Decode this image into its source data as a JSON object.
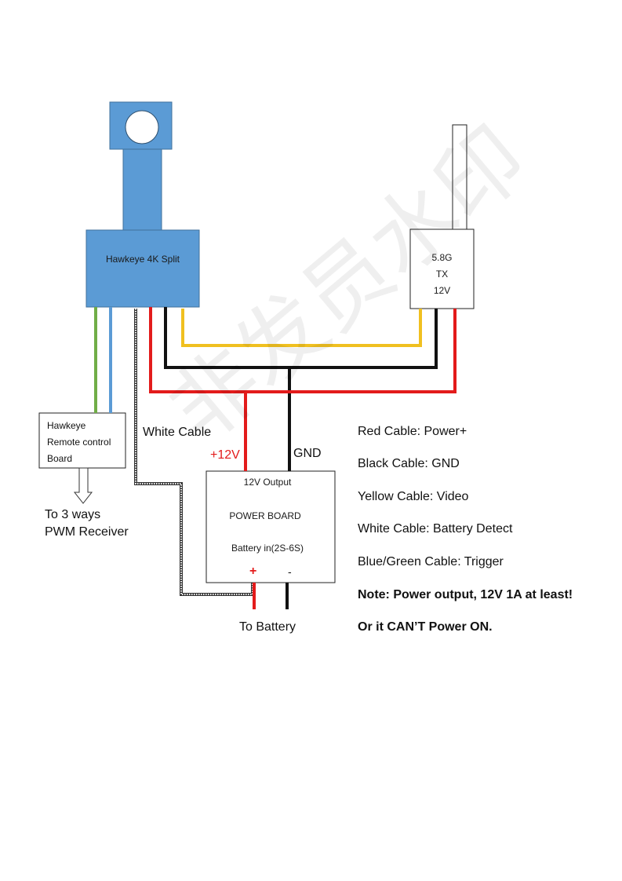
{
  "camera": {
    "title": "Hawkeye 4K Split"
  },
  "transmitter": {
    "line1": "5.8G",
    "line2": "TX",
    "line3": "12V"
  },
  "remote_board": {
    "line1": "Hawkeye",
    "line2": "Remote control",
    "line3": "Board"
  },
  "power_board": {
    "line1": "12V Output",
    "line2": "POWER BOARD",
    "line3": "Battery in(2S-6S)",
    "plus": "+",
    "minus": "-"
  },
  "labels": {
    "white_cable": "White Cable",
    "plus12v": "+12V",
    "gnd": "GND",
    "to_3_ways": "To 3 ways",
    "pwm_receiver": "PWM Receiver",
    "to_battery": "To Battery"
  },
  "legend": {
    "red": "Red Cable: Power+",
    "black": "Black Cable: GND",
    "yellow": "Yellow Cable: Video",
    "white": "White Cable: Battery Detect",
    "bluegreen": "Blue/Green Cable: Trigger",
    "note1": "Note: Power output, 12V 1A at least!",
    "note2": "Or it CAN’T Power ON."
  },
  "watermark": "非发员水印",
  "colors": {
    "camera_blue": "#5b9bd5",
    "camera_border": "#41719c",
    "red_wire": "#e31b1b",
    "black_wire": "#111111",
    "yellow_wire": "#f0c020",
    "green_wire": "#70ad47",
    "blue_wire": "#5b9bd5"
  }
}
